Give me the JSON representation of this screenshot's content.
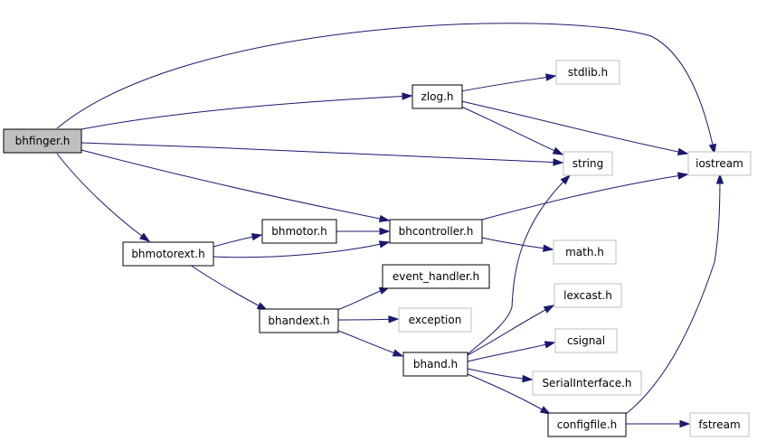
{
  "colors": {
    "edge": "#191970",
    "root_fill": "#bfbfbf",
    "project_border": "#000000",
    "external_border": "#bfbfbf"
  },
  "nodes": {
    "bhfinger": "bhfinger.h",
    "zlog": "zlog.h",
    "stdlib": "stdlib.h",
    "string": "string",
    "iostream": "iostream",
    "bhmotor": "bhmotor.h",
    "bhcontroller": "bhcontroller.h",
    "bhmotorext": "bhmotorext.h",
    "math": "math.h",
    "event_handler": "event_handler.h",
    "lexcast": "lexcast.h",
    "bhandext": "bhandext.h",
    "exception": "exception",
    "csignal": "csignal",
    "bhand": "bhand.h",
    "serialinterface": "SerialInterface.h",
    "configfile": "configfile.h",
    "fstream": "fstream"
  }
}
